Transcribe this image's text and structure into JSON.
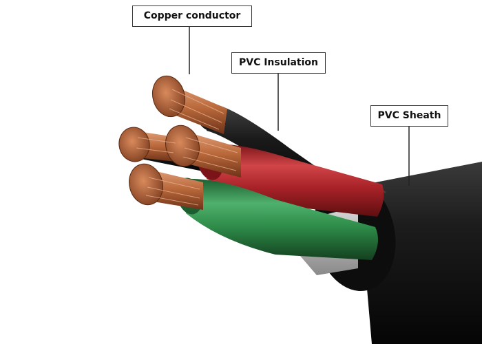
{
  "labels": {
    "copper_conductor": "Copper conductor",
    "pvc_insulation": "PVC Insulation",
    "pvc_sheath": "PVC Sheath"
  },
  "colors": {
    "copper": "#b8683a",
    "copper_dark": "#7a3a1c",
    "red_insulation": "#a8282c",
    "green_insulation": "#2f8a4a",
    "black_sheath": "#151515",
    "leader_line": "#222222"
  }
}
